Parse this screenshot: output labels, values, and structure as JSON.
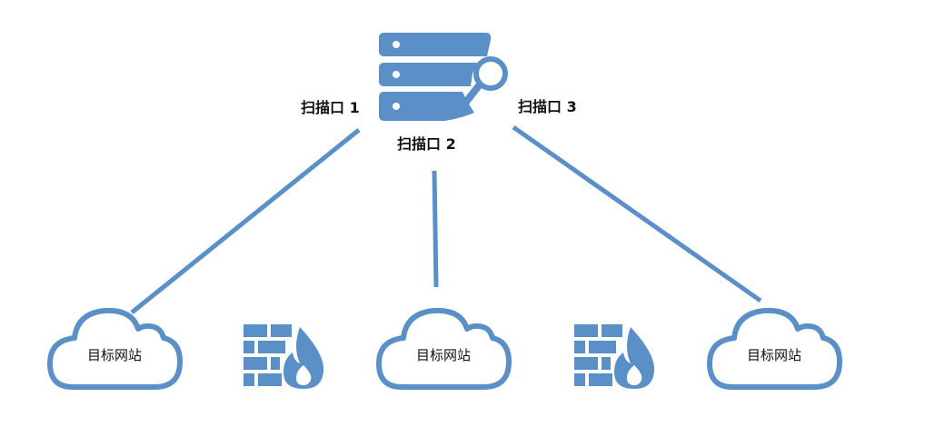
{
  "colors": {
    "accent": "#5b8fc7",
    "stroke": "#5b8fc7",
    "text": "#111111",
    "background": "#ffffff"
  },
  "scanner": {
    "icon": "server-scanner-icon",
    "ports": [
      {
        "label": "扫描口 1"
      },
      {
        "label": "扫描口 2"
      },
      {
        "label": "扫描口 3"
      }
    ]
  },
  "targets": [
    {
      "label": "目标网站",
      "icon": "cloud-icon"
    },
    {
      "label": "目标网站",
      "icon": "cloud-icon"
    },
    {
      "label": "目标网站",
      "icon": "cloud-icon"
    }
  ],
  "firewalls": [
    {
      "icon": "firewall-icon"
    },
    {
      "icon": "firewall-icon"
    }
  ]
}
